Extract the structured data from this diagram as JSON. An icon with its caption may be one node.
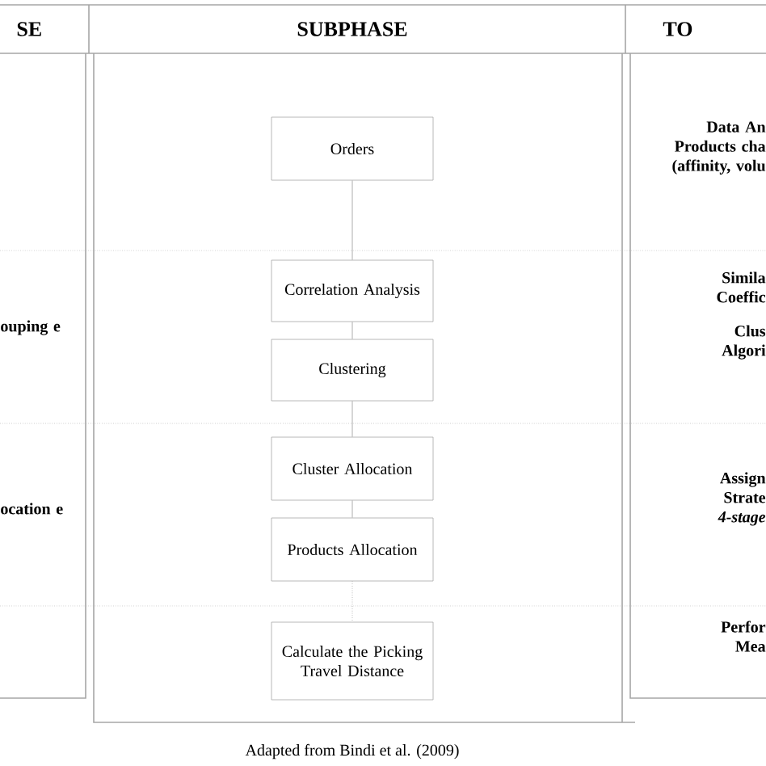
{
  "diagram": {
    "caption": "Adapted from Bindi et al. (2009)",
    "nodes": [
      {
        "text": [
          "Orders"
        ]
      },
      {
        "text": [
          "Correlation Analysis"
        ]
      },
      {
        "text": [
          "Clustering"
        ]
      },
      {
        "text": [
          "Cluster Allocation"
        ]
      },
      {
        "text": [
          "Products Allocation"
        ]
      },
      {
        "text": [
          "Calculate the Picking Travel Distance"
        ]
      }
    ],
    "edges": [
      {
        "from": 0,
        "to": 1,
        "arrow": "none"
      },
      {
        "from": 1,
        "to": 2,
        "arrow": "none"
      },
      {
        "from": 2,
        "to": 3,
        "arrow": "none"
      },
      {
        "from": 3,
        "to": 4,
        "arrow": "none"
      },
      {
        "from": 4,
        "to": 5,
        "arrow": "none",
        "style": "dashed"
      }
    ],
    "labels": [
      "SE",
      "SUBPHASE",
      "TO",
      "Data An Products cha (affinity, volu",
      "ouping e",
      "Simila Coeffic",
      "Clus Algori",
      "ocation e",
      "Assign Strate *4-stage*",
      "Perfor Mea"
    ]
  }
}
